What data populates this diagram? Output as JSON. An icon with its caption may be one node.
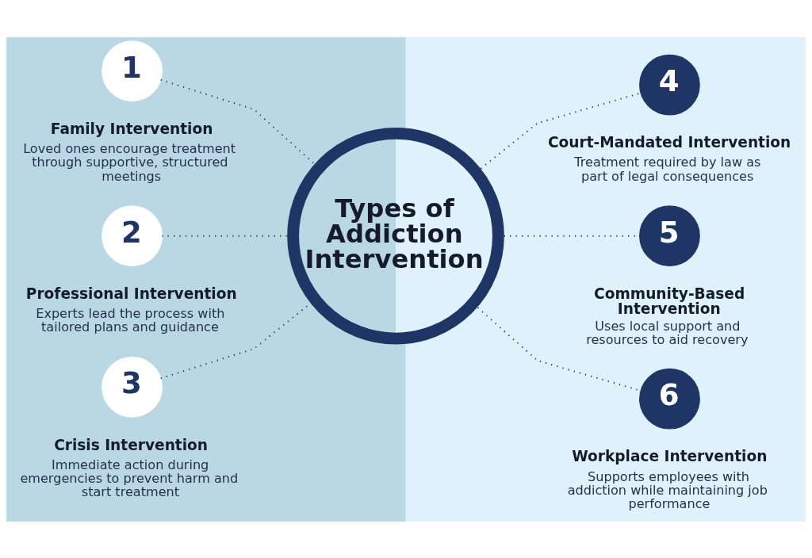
{
  "diagram": {
    "nodes": [
      {
        "text": [
          "Types of Addiction Intervention"
        ]
      },
      {
        "text": [
          "1"
        ],
        "beside": [
          "Family Intervention",
          "Loved ones encourage treatment through supportive, structured meetings"
        ]
      },
      {
        "text": [
          "2"
        ],
        "beside": [
          "Professional Intervention",
          "Experts lead the process with tailored plans and guidance"
        ]
      },
      {
        "text": [
          "3"
        ],
        "beside": [
          "Crisis Intervention",
          "Immediate action during emergencies to prevent harm and start treatment"
        ]
      },
      {
        "text": [
          "4"
        ],
        "beside": [
          "Court-Mandated Intervention",
          "Treatment required by law as part of legal consequences"
        ]
      },
      {
        "text": [
          "5"
        ],
        "beside": [
          "Community-Based Intervention",
          "Uses local support and resources to aid recovery"
        ]
      },
      {
        "text": [
          "6"
        ],
        "beside": [
          "Workplace Intervention",
          "Supports employees with addiction while maintaining job performance"
        ]
      }
    ],
    "edges": [
      {
        "from": 1,
        "to": 0,
        "arrow": "none",
        "style": "dashed"
      },
      {
        "from": 2,
        "to": 0,
        "arrow": "none",
        "style": "dashed"
      },
      {
        "from": 3,
        "to": 0,
        "arrow": "none",
        "style": "dashed"
      },
      {
        "from": 0,
        "to": 4,
        "arrow": "none",
        "style": "dashed"
      },
      {
        "from": 0,
        "to": 5,
        "arrow": "none",
        "style": "dashed"
      },
      {
        "from": 0,
        "to": 6,
        "arrow": "none",
        "style": "dashed"
      }
    ]
  }
}
